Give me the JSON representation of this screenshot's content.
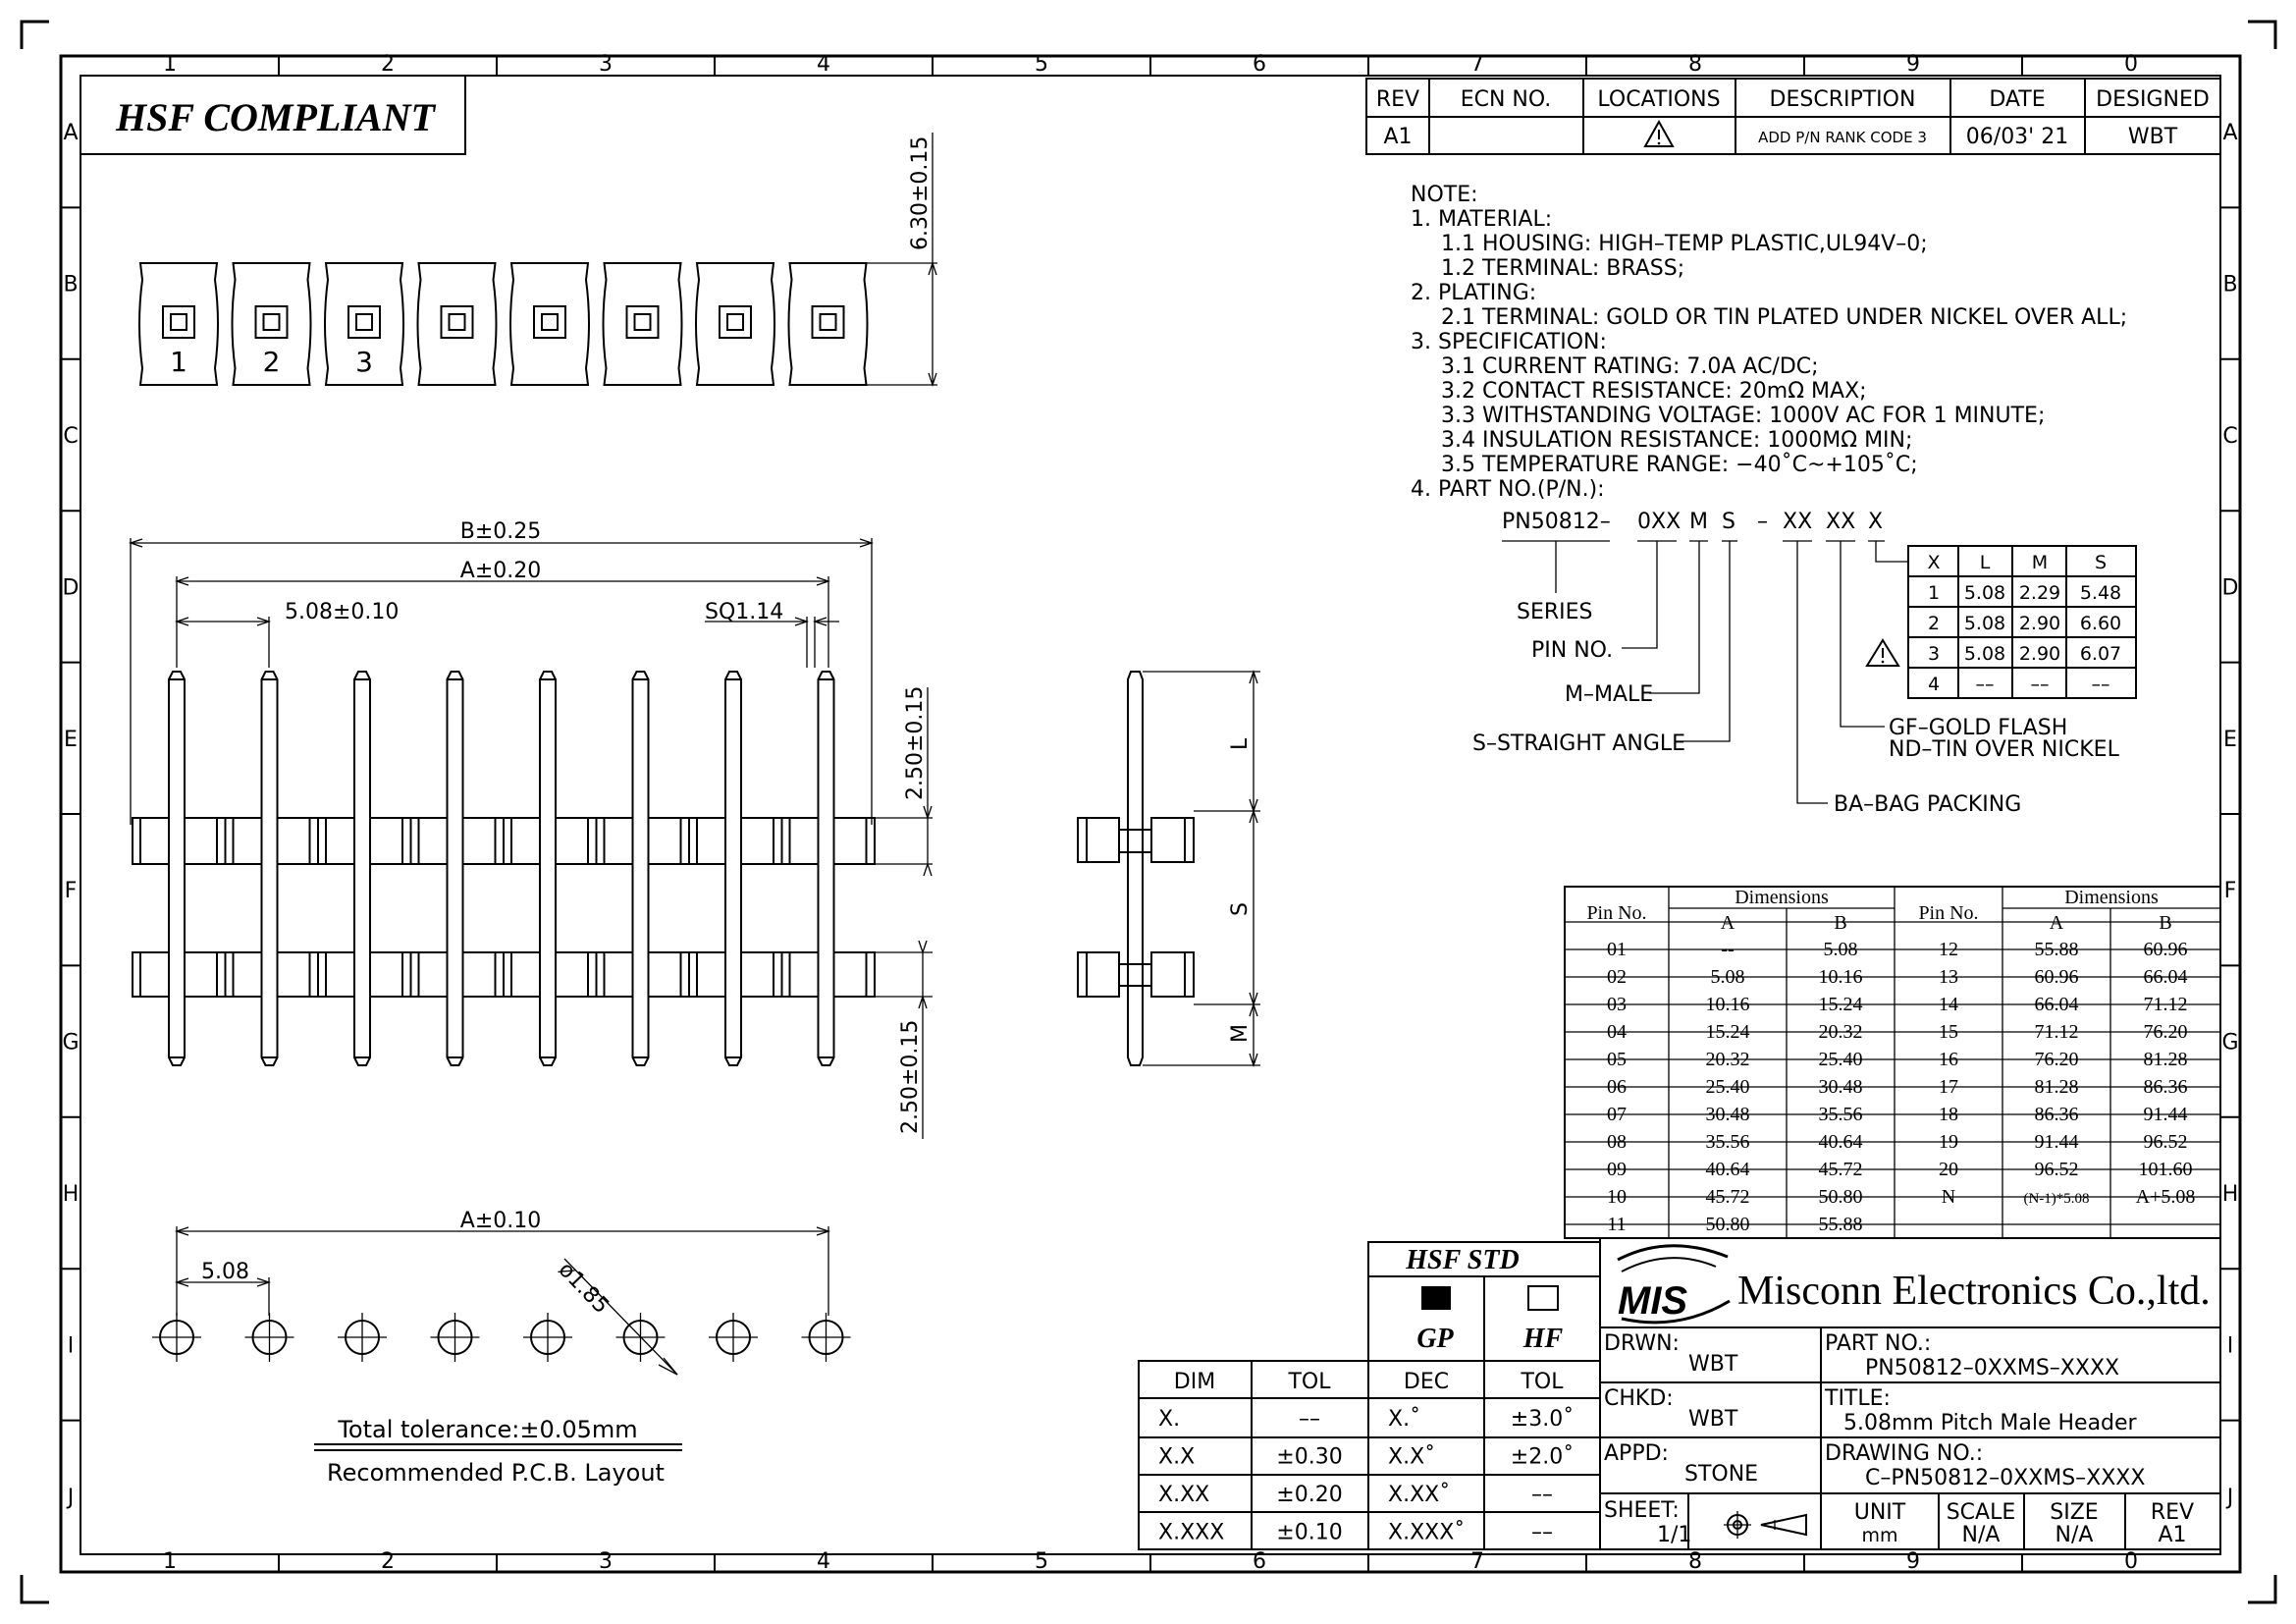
{
  "header_label": "HSF COMPLIANT",
  "border": {
    "columns": [
      "1",
      "2",
      "3",
      "4",
      "5",
      "6",
      "7",
      "8",
      "9",
      "0"
    ],
    "rows": [
      "A",
      "B",
      "C",
      "D",
      "E",
      "F",
      "G",
      "H",
      "I",
      "J"
    ]
  },
  "revision": {
    "headers": [
      "REV",
      "ECN NO.",
      "LOCATIONS",
      "DESCRIPTION",
      "DATE",
      "DESIGNED"
    ],
    "row": {
      "rev": "A1",
      "ecn": "",
      "location_icon": "warning-triangle",
      "description": "ADD P/N RANK CODE 3",
      "date": "06/03' 21",
      "designed": "WBT"
    }
  },
  "notes": {
    "title": "NOTE:",
    "lines": [
      "1.  MATERIAL:",
      "1.1  HOUSING:  HIGH–TEMP  PLASTIC,UL94V–0;",
      "1.2  TERMINAL:  BRASS;",
      "2.  PLATING:",
      "2.1  TERMINAL:  GOLD  OR  TIN  PLATED  UNDER  NICKEL  OVER  ALL;",
      "3.  SPECIFICATION:",
      "3.1  CURRENT  RATING:  7.0A  AC/DC;",
      "3.2  CONTACT    RESISTANCE:  20mΩ  MAX;",
      "3.3  WITHSTANDING  VOLTAGE:  1000V  AC  FOR  1  MINUTE;",
      "3.4  INSULATION  RESISTANCE:  1000MΩ  MIN;",
      "3.5  TEMPERATURE  RANGE:    −40˚C~+105˚C;",
      "4.  PART  NO.(P/N.):"
    ]
  },
  "part_no_code": {
    "prefix": "PN50812–",
    "code": "0XX",
    "m": "M",
    "s": "S",
    "dash": "–",
    "xx1": "XX",
    "xx2": "XX",
    "x": "X",
    "series": "SERIES",
    "pin_no": "PIN  NO.",
    "m_male": "M–MALE",
    "s_straight": "S–STRAIGHT  ANGLE",
    "gf": "GF–GOLD  FLASH",
    "nd": "ND–TIN  OVER  NICKEL",
    "ba": "BA–BAG  PACKING"
  },
  "rank_table": {
    "headers": [
      "X",
      "L",
      "M",
      "S"
    ],
    "rows": [
      [
        "1",
        "5.08",
        "2.29",
        "5.48"
      ],
      [
        "2",
        "5.08",
        "2.90",
        "6.60"
      ],
      [
        "3",
        "5.08",
        "2.90",
        "6.07"
      ],
      [
        "4",
        "––",
        "––",
        "––"
      ]
    ]
  },
  "dim_table": {
    "pin_no": "Pin No.",
    "dimensions": "Dimensions",
    "a": "A",
    "b": "B",
    "rows": [
      [
        "01",
        "--",
        "5.08",
        "12",
        "55.88",
        "60.96"
      ],
      [
        "02",
        "5.08",
        "10.16",
        "13",
        "60.96",
        "66.04"
      ],
      [
        "03",
        "10.16",
        "15.24",
        "14",
        "66.04",
        "71.12"
      ],
      [
        "04",
        "15.24",
        "20.32",
        "15",
        "71.12",
        "76.20"
      ],
      [
        "05",
        "20.32",
        "25.40",
        "16",
        "76.20",
        "81.28"
      ],
      [
        "06",
        "25.40",
        "30.48",
        "17",
        "81.28",
        "86.36"
      ],
      [
        "07",
        "30.48",
        "35.56",
        "18",
        "86.36",
        "91.44"
      ],
      [
        "08",
        "35.56",
        "40.64",
        "19",
        "91.44",
        "96.52"
      ],
      [
        "09",
        "40.64",
        "45.72",
        "20",
        "96.52",
        "101.60"
      ],
      [
        "10",
        "45.72",
        "50.80",
        "N",
        "(N-1)*5.08",
        "A+5.08"
      ],
      [
        "11",
        "50.80",
        "55.88",
        "",
        "",
        ""
      ]
    ]
  },
  "top_view": {
    "pin_labels": [
      "1",
      "2",
      "3"
    ],
    "height_dim": "6.30±0.15"
  },
  "front_view": {
    "b_dim": "B±0.25",
    "a_dim": "A±0.20",
    "pitch_dim": "5.08±0.10",
    "sq_dim": "SQ1.14",
    "upper_dim": "2.50±0.15",
    "lower_dim": "2.50±0.15"
  },
  "side_view": {
    "l": "L",
    "s": "S",
    "m": "M"
  },
  "pcb_layout": {
    "a_dim": "A±0.10",
    "pitch": "5.08",
    "hole": "ø1.85",
    "tolerance": "Total  tolerance:±0.05mm",
    "caption": "Recommended  P.C.B.  Layout"
  },
  "hsf_std": {
    "title": "HSF  STD",
    "gp": "GP",
    "hf": "HF"
  },
  "tolerance_tables": {
    "dim_headers": [
      "DIM",
      "TOL"
    ],
    "dim_rows": [
      [
        "X.",
        "––"
      ],
      [
        "X.X",
        "±0.30"
      ],
      [
        "X.XX",
        "±0.20"
      ],
      [
        "X.XXX",
        "±0.10"
      ]
    ],
    "dec_headers": [
      "DEC",
      "TOL"
    ],
    "dec_rows": [
      [
        "X.˚",
        "±3.0˚"
      ],
      [
        "X.X˚",
        "±2.0˚"
      ],
      [
        "X.XX˚",
        "––"
      ],
      [
        "X.XXX˚",
        "––"
      ]
    ]
  },
  "title_block": {
    "company_logo": "MIS",
    "company": "Misconn Electronics Co.,ltd.",
    "drwn_label": "DRWN:",
    "drwn": "WBT",
    "chkd_label": "CHKD:",
    "chkd": "WBT",
    "appd_label": "APPD:",
    "appd": "STONE",
    "sheet_label": "SHEET:",
    "sheet": "1/1",
    "part_no_label": "PART  NO.:",
    "part_no": "PN50812–0XXMS–XXXX",
    "title_label": "TITLE:",
    "title": "5.08mm  Pitch  Male  Header",
    "drawing_no_label": "DRAWING  NO.:",
    "drawing_no": "C–PN50812–0XXMS–XXXX",
    "unit_label": "UNIT",
    "unit": "mm",
    "scale_label": "SCALE",
    "scale": "N/A",
    "size_label": "SIZE",
    "size": "N/A",
    "rev_label": "REV",
    "rev": "A1"
  }
}
